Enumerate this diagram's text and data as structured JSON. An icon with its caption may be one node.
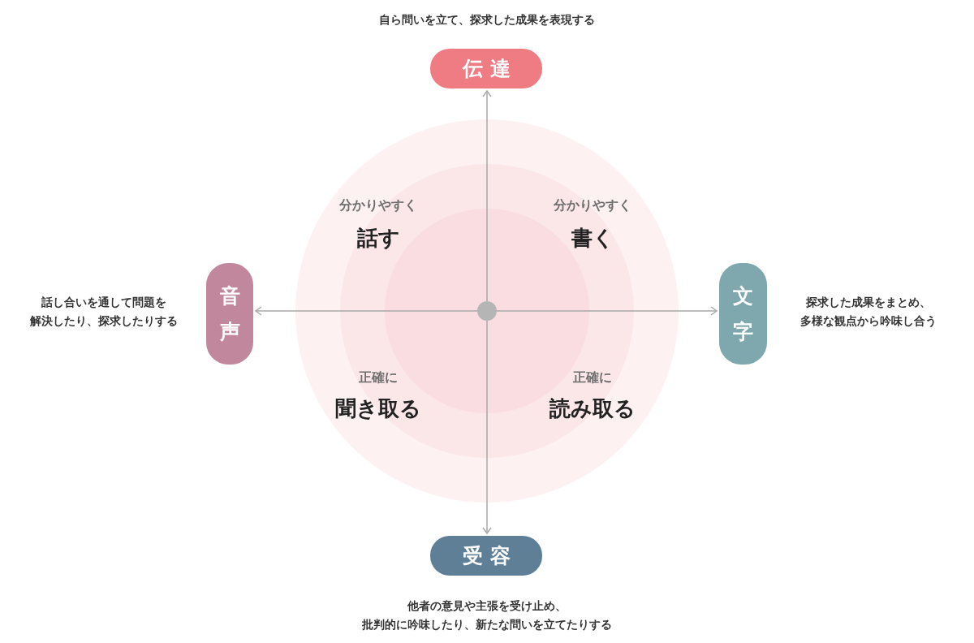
{
  "diagram": {
    "nodes": [
      {
        "text": [
          "伝達"
        ],
        "beside": [
          "自ら問いを立て、探求した成果を表現する"
        ]
      },
      {
        "text": [
          "音声"
        ],
        "beside": [
          "話し合いを通して問題を解決したり、探求したりする"
        ]
      },
      {
        "text": [],
        "shape": "circle"
      },
      {
        "text": [
          "文字"
        ],
        "beside": [
          "探求した成果をまとめ、多様な観点から吟味し合う"
        ]
      },
      {
        "text": [
          "受容"
        ],
        "beside": [
          "他者の意見や主張を受け止め、批判的に吟味したり、新たな問いを立てたりする"
        ]
      }
    ],
    "edges": [
      {
        "from": 2,
        "to": 0,
        "arrow": "to"
      },
      {
        "from": 2,
        "to": 1,
        "arrow": "to"
      },
      {
        "from": 2,
        "to": 3,
        "arrow": "to"
      },
      {
        "from": 2,
        "to": 4,
        "arrow": "to"
      }
    ],
    "labels": [
      "分かりやすく",
      "話す",
      "分かりやすく",
      "書く",
      "正確に",
      "聞き取る",
      "正確に",
      "読み取る"
    ]
  }
}
